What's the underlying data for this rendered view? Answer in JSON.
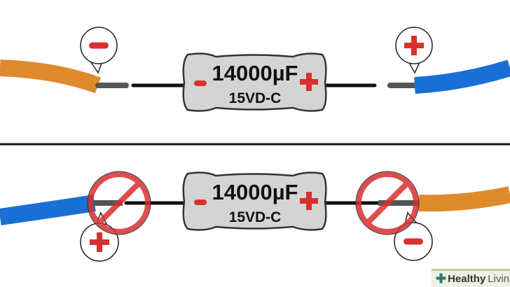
{
  "capacitor": {
    "capacitance": "14000µF",
    "voltage": "15VD-C"
  },
  "logo": {
    "brand": "Healthy",
    "brand2": "Living"
  },
  "colors": {
    "negative_wire": "#e08a2e",
    "positive_wire": "#1a6fd6",
    "sign": "#d93030",
    "body": "#d4d4d4"
  }
}
